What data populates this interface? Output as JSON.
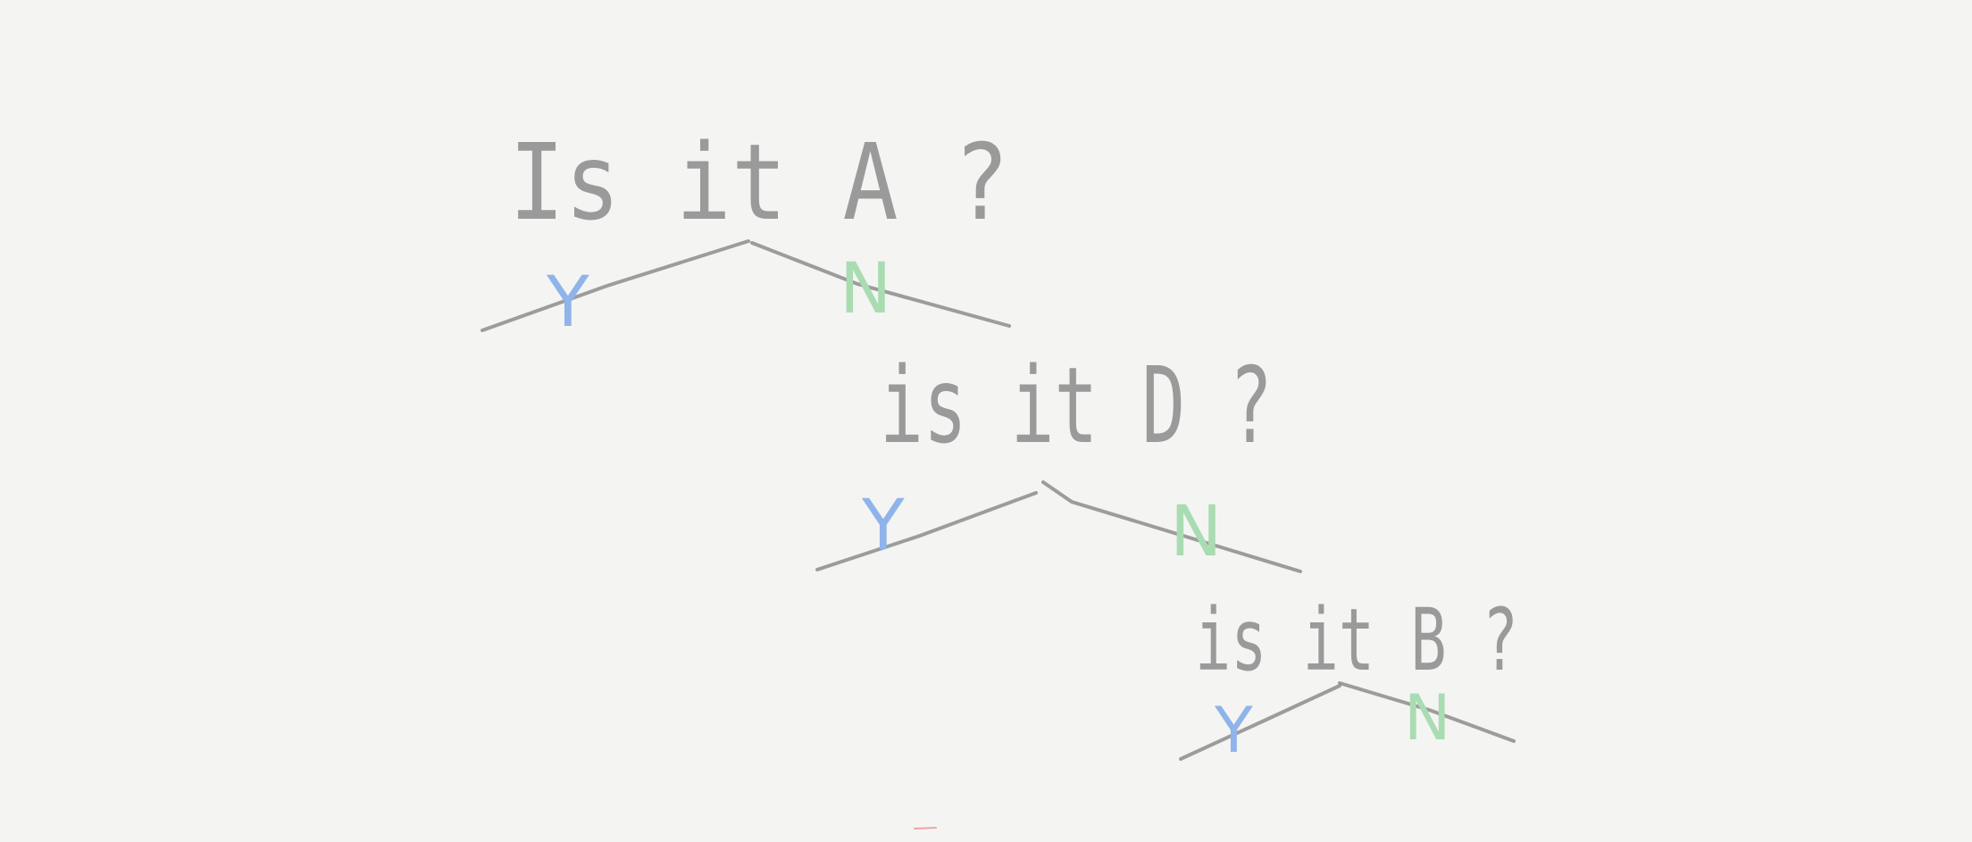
{
  "nodes": [
    {
      "question": "Is it A ?",
      "yes": "Y",
      "no": "N"
    },
    {
      "question": "is it D ?",
      "yes": "Y",
      "no": "N"
    },
    {
      "question": "is it B ?",
      "yes": "Y",
      "no": "N"
    }
  ],
  "colors": {
    "pencil": "#8a8a8a",
    "yes": "#8fb4ea",
    "no": "#a9dcb1",
    "paper": "#f4f4f3"
  }
}
